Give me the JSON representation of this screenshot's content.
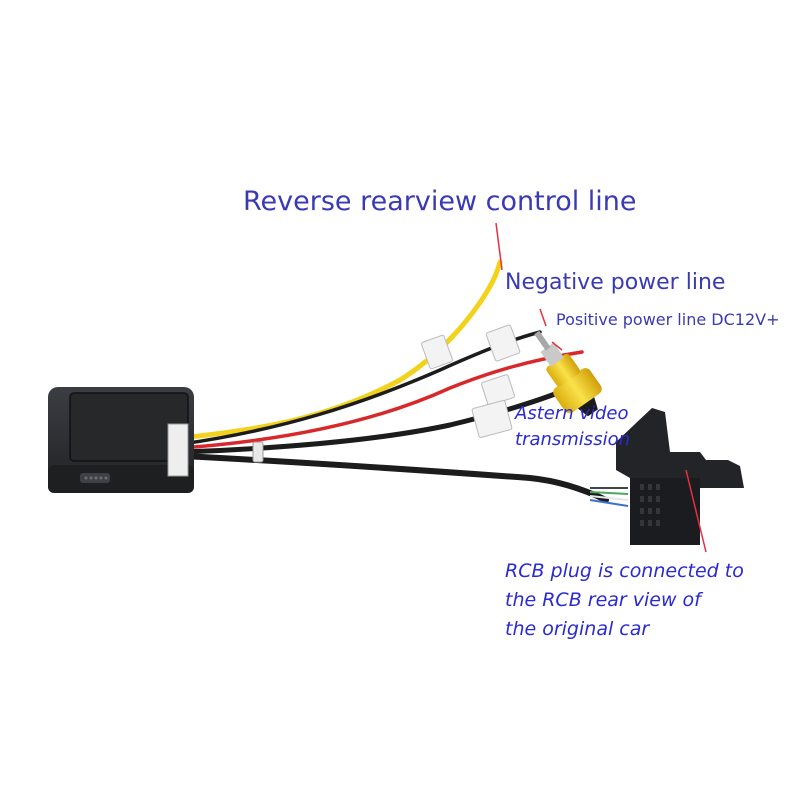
{
  "labels": {
    "reverse_control": "Reverse rearview control line",
    "negative_power": "Negative power line",
    "positive_power": "Positive power line DC12V+",
    "astern_video": [
      "Astern video",
      "transmission"
    ],
    "rcb_plug": [
      "RCB plug is connected to",
      "the RCB rear view of",
      "the original car"
    ]
  },
  "colors": {
    "label_text": "#3a3ab4",
    "italic_text": "#2a2ad0",
    "pointer_line": "#e53040",
    "module_body": "#2b2d30",
    "wire_yellow": "#f2d21a",
    "wire_red": "#d8282a",
    "wire_black": "#1c1c1c",
    "rca_plug": "#f5d51c"
  }
}
